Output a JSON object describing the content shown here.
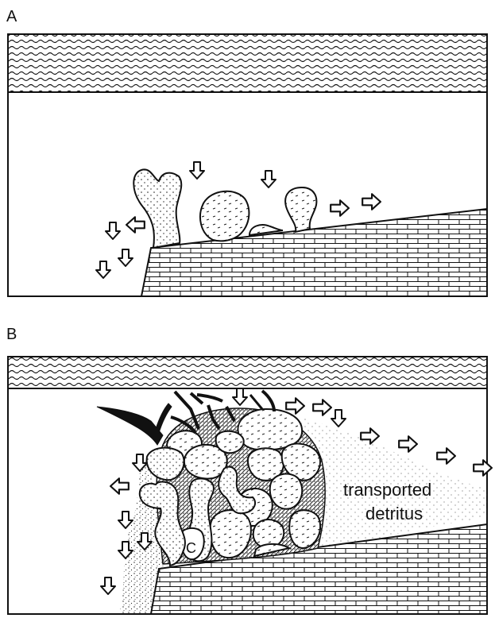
{
  "panels": [
    {
      "letter": "A"
    },
    {
      "letter": "B"
    }
  ],
  "labels": {
    "transported_line1": "transported",
    "transported_line2": "detritus",
    "cavity": "C"
  }
}
